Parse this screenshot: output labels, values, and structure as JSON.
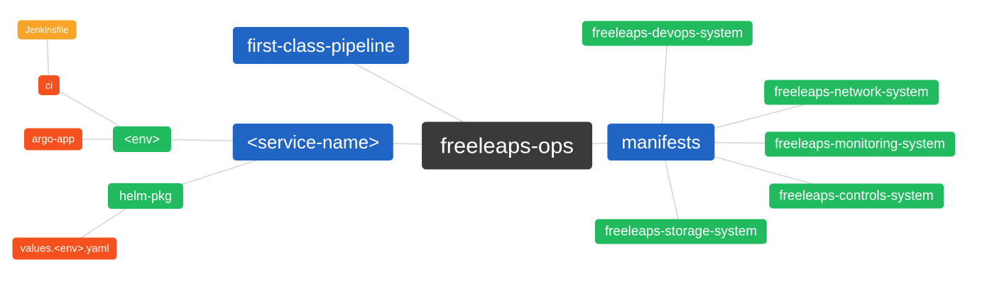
{
  "mindmap": {
    "root_label": "freeleaps-ops",
    "nodes": {
      "jenkinsfile": "Jenkinsfile",
      "ci": "ci",
      "argo_app": "argo-app",
      "env": "<env>",
      "first_class_pipeline": "first-class-pipeline",
      "service_name": "<service-name>",
      "helm_pkg": "helm-pkg",
      "values_env_yaml": "values.<env>.yaml",
      "manifests": "manifests",
      "devops_system": "freeleaps-devops-system",
      "network_system": "freeleaps-network-system",
      "monitoring_system": "freeleaps-monitoring-system",
      "controls_system": "freeleaps-controls-system",
      "storage_system": "freeleaps-storage-system"
    },
    "edges": [
      [
        "freeleaps-ops",
        "first-class-pipeline"
      ],
      [
        "freeleaps-ops",
        "<service-name>"
      ],
      [
        "freeleaps-ops",
        "manifests"
      ],
      [
        "<service-name>",
        "<env>"
      ],
      [
        "<service-name>",
        "helm-pkg"
      ],
      [
        "<env>",
        "ci"
      ],
      [
        "<env>",
        "argo-app"
      ],
      [
        "ci",
        "Jenkinsfile"
      ],
      [
        "helm-pkg",
        "values.<env>.yaml"
      ],
      [
        "manifests",
        "freeleaps-devops-system"
      ],
      [
        "manifests",
        "freeleaps-network-system"
      ],
      [
        "manifests",
        "freeleaps-monitoring-system"
      ],
      [
        "manifests",
        "freeleaps-controls-system"
      ],
      [
        "manifests",
        "freeleaps-storage-system"
      ]
    ],
    "colors": {
      "root_bg": "#3a3a3a",
      "blue": "#2065c4",
      "green": "#21ba5e",
      "red": "#f4511e",
      "amber": "#f7a428",
      "edge": "#d4d4d4",
      "text": "#ffffff"
    }
  }
}
